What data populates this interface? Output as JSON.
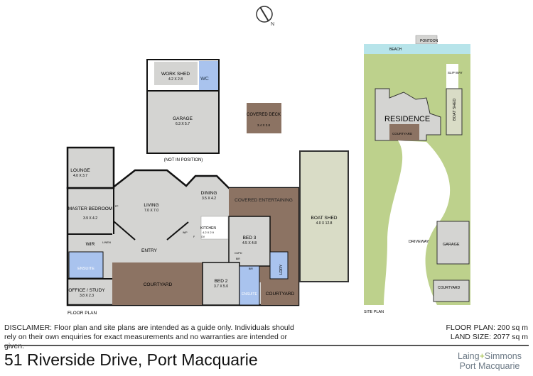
{
  "compass": {
    "north_label": "N"
  },
  "floor_plan": {
    "caption": "FLOOR PLAN",
    "note": "(NOT IN POSITION)",
    "rooms": [
      {
        "name": "WORK SHED",
        "dims": "4.2 X 2.8"
      },
      {
        "name": "WC",
        "dims": ""
      },
      {
        "name": "GARAGE",
        "dims": "6.3 X 5.7"
      },
      {
        "name": "COVERED DECK",
        "dims": "3.4 X 2.8"
      },
      {
        "name": "LOUNGE",
        "dims": "4.0 X 3.7"
      },
      {
        "name": "MASTER BEDROOM",
        "dims": "3.9 X 4.2"
      },
      {
        "name": "LIVING",
        "dims": "7.0 X 7.0"
      },
      {
        "name": "DINING",
        "dims": "3.5 X 4.2"
      },
      {
        "name": "KITCHEN",
        "dims": "4.2 X 2.9"
      },
      {
        "name": "COVERED ENTERTAINING",
        "dims": ""
      },
      {
        "name": "BOAT SHED",
        "dims": "4.0 X 12.8"
      },
      {
        "name": "BED 3",
        "dims": "4.5 X 4.8"
      },
      {
        "name": "WIR",
        "dims": ""
      },
      {
        "name": "LINEN",
        "dims": ""
      },
      {
        "name": "ENTRY",
        "dims": ""
      },
      {
        "name": "ENSUITE",
        "dims": ""
      },
      {
        "name": "OFFICE / STUDY",
        "dims": "3.8 X 2.3"
      },
      {
        "name": "COURTYARD",
        "dims": ""
      },
      {
        "name": "BED 2",
        "dims": "3.7 X 5.0"
      },
      {
        "name": "ENSUITE",
        "dims": ""
      },
      {
        "name": "COURTYARD",
        "dims": ""
      },
      {
        "name": "LDRY",
        "dims": ""
      }
    ],
    "fixtures": {
      "wip": "WIP",
      "fridge": "F",
      "oven": "OV",
      "cupboard": "CUP'D",
      "bir": "BIR",
      "bir2": "BIR",
      "fp": "FP"
    }
  },
  "site_plan": {
    "caption": "SITE PLAN",
    "labels": {
      "pontoon": "PONTOON",
      "beach": "BEACH",
      "slipway": "SLIP WAY",
      "residence": "RESIDENCE",
      "courtyard": "COURTYARD",
      "boat_shed": "BOAT SHED",
      "driveway": "DRIVEWAY",
      "garage": "GARAGE",
      "courtyard2": "COURTYARD"
    }
  },
  "colors": {
    "room": "#d4d4d2",
    "outdoor": "#8c7363",
    "wet": "#a9c3ee",
    "grass": "#bdd18c",
    "water": "#b7e4ea",
    "boatshed": "#d9dcc6"
  },
  "footer": {
    "disclaimer_line1": "DISCLAIMER: Floor plan and site plans are intended as a guide only. Individuals should",
    "disclaimer_line2": "rely on their own enquiries for exact measurements and no warranties are intended or given.",
    "floor_area": "FLOOR PLAN: 200 sq m",
    "land_size": "LAND SIZE: 2077 sq m",
    "address": "51 Riverside Drive, Port Macquarie",
    "logo_line1_a": "Laing",
    "logo_plus": "+",
    "logo_line1_b": "Simmons",
    "logo_line2": "Port Macquarie"
  }
}
